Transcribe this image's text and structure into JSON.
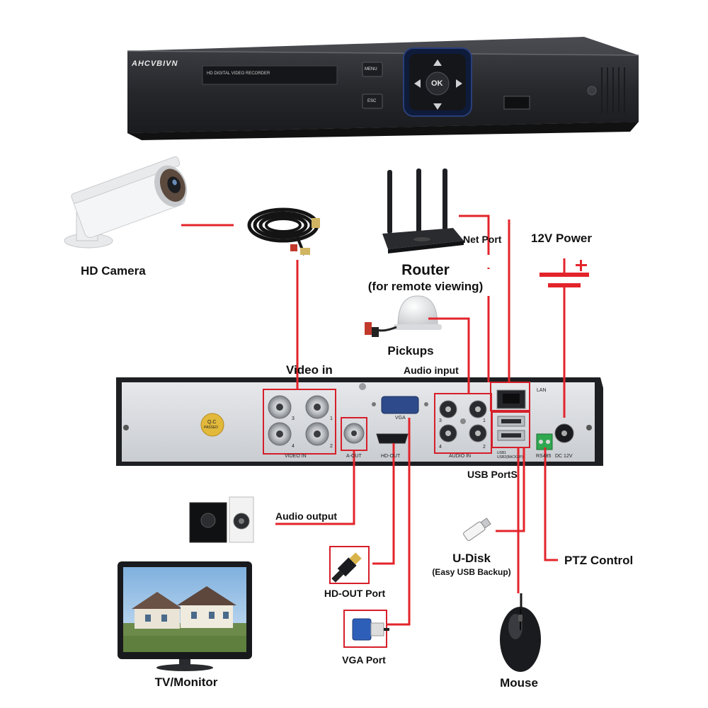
{
  "brand": "AHCVBIVN",
  "dvr_front": {
    "model_text": "HD DIGITAL VIDEO RECORDER",
    "menu_button": "MENU",
    "esc_button": "ESC",
    "ok_button": "OK"
  },
  "dvr_back": {
    "video_in_label": "VIDEO IN",
    "aout_label": "A-OUT",
    "hdout_label": "HD-OUT",
    "vga_label": "VGA",
    "audio_in_label": "AUDIO IN",
    "lan_label": "LAN",
    "usb_text_1": "USB1",
    "usb_text_2": "USB2(BACKUP)",
    "rs485_label": "RS485",
    "dc_label": "DC 12V",
    "qc_text_1": "Q.C",
    "qc_text_2": "PASSED",
    "port_numbers": [
      "3",
      "1",
      "4",
      "2"
    ]
  },
  "labels": {
    "hd_camera": "HD Camera",
    "router": "Router",
    "router_sub": "(for remote viewing)",
    "net_port": "Net Port",
    "power": "12V Power",
    "pickups": "Pickups",
    "video_in": "Video in",
    "audio_input": "Audio input",
    "usb_ports": "USB PortS",
    "audio_output": "Audio output",
    "u_disk": "U-Disk",
    "u_disk_sub": "(Easy USB Backup)",
    "ptz_control": "PTZ Control",
    "hd_out_port": "HD-OUT Port",
    "vga_port": "VGA Port",
    "tv_monitor": "TV/Monitor",
    "mouse": "Mouse"
  },
  "colors": {
    "connector_line": "#e3242b",
    "highlight_box": "#d61f2a",
    "panel_silver": "#d6d8dc",
    "dvr_body": "#2b2c30"
  }
}
